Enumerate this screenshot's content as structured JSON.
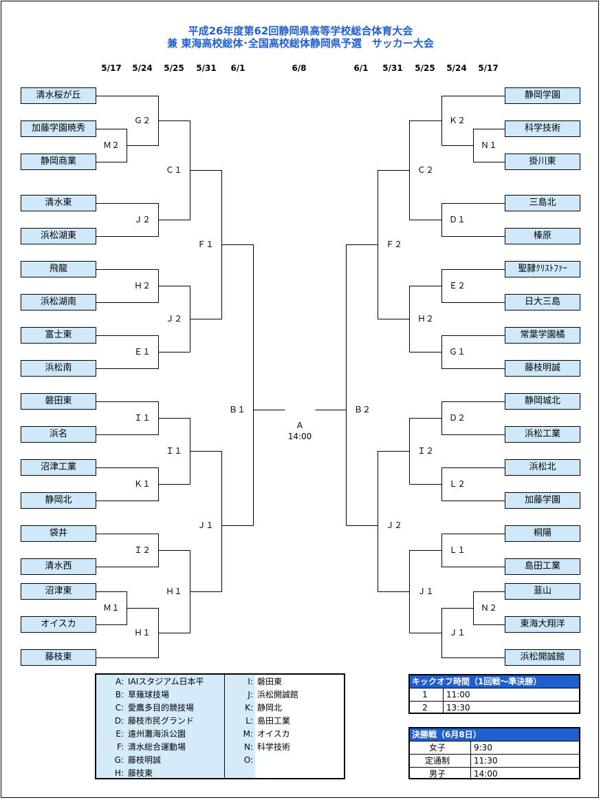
{
  "title": {
    "line1": "平成26年度第62回静岡県高等学校総合体育大会",
    "line2": "兼 東海高校総体･全国高校総体静岡県予選　サッカー大会"
  },
  "dates": {
    "left": [
      "5/17",
      "5/24",
      "5/25",
      "5/31",
      "6/1"
    ],
    "center": "6/8",
    "right": [
      "6/1",
      "5/31",
      "5/25",
      "5/24",
      "5/17"
    ]
  },
  "left_teams": [
    "清水桜が丘",
    "加藤学園暁秀",
    "静岡商業",
    "清水東",
    "浜松湖東",
    "飛龍",
    "浜松湖南",
    "富士東",
    "浜松南",
    "磐田東",
    "浜名",
    "沼津工業",
    "静岡北",
    "袋井",
    "清水西",
    "沼津東",
    "オイスカ",
    "藤枝東"
  ],
  "right_teams": [
    "静岡学園",
    "科学技術",
    "掛川東",
    "三島北",
    "榛原",
    "聖隷ｸﾘｽﾄﾌｧｰ",
    "日大三島",
    "常葉学園橘",
    "藤枝明誠",
    "静岡城北",
    "浜松工業",
    "浜松北",
    "加藤学園",
    "桐陽",
    "島田工業",
    "韮山",
    "東海大翔洋",
    "浜松開誠館"
  ],
  "match_labels": {
    "m2": "Ｍ２",
    "g2": "Ｇ２",
    "j2a": "Ｊ２",
    "c1": "Ｃ１",
    "h2": "Ｈ２",
    "e1": "Ｅ１",
    "j2b": "Ｊ２",
    "f1": "Ｆ１",
    "i1a": "Ｉ１",
    "k1": "Ｋ１",
    "i1b": "Ｉ１",
    "i2": "Ｉ２",
    "m1": "Ｍ１",
    "h1a": "Ｈ１",
    "h1b": "Ｈ１",
    "j1": "Ｊ１",
    "b1": "Ｂ１",
    "k2": "Ｋ２",
    "n1": "Ｎ１",
    "d1": "Ｄ１",
    "c2": "Ｃ２",
    "e2": "Ｅ２",
    "g1": "Ｇ１",
    "h2r": "Ｈ２",
    "f2": "Ｆ２",
    "d2": "Ｄ２",
    "l2": "Ｌ２",
    "i2r": "Ｉ２",
    "l1": "Ｌ１",
    "n2": "Ｎ２",
    "j1r": "Ｊ１",
    "j1rb": "Ｊ１",
    "j2r": "Ｊ２",
    "b2": "Ｂ２"
  },
  "final": {
    "venue": "Ａ",
    "time": "14:00"
  },
  "venues_left": [
    {
      "key": "A:",
      "name": "IAIスタジアム日本平"
    },
    {
      "key": "B:",
      "name": "草薙球技場"
    },
    {
      "key": "C:",
      "name": "愛鷹多目的競技場"
    },
    {
      "key": "D:",
      "name": "藤枝市民グランド"
    },
    {
      "key": "E:",
      "name": "遠州灘海浜公園"
    },
    {
      "key": "F:",
      "name": "清水総合運動場"
    },
    {
      "key": "G:",
      "name": "藤枝明誠"
    },
    {
      "key": "H:",
      "name": "藤枝東"
    }
  ],
  "venues_right": [
    {
      "key": "I:",
      "name": "磐田東"
    },
    {
      "key": "J:",
      "name": "浜松開誠館"
    },
    {
      "key": "K:",
      "name": "静岡北"
    },
    {
      "key": "L:",
      "name": "島田工業"
    },
    {
      "key": "M:",
      "name": "オイスカ"
    },
    {
      "key": "N:",
      "name": "科学技術"
    },
    {
      "key": "O:",
      "name": ""
    }
  ],
  "kickoff": {
    "title": "キックオフ時間（1回戦～準決勝）",
    "rows": [
      {
        "n": "1",
        "t": "11:00"
      },
      {
        "n": "2",
        "t": "13:30"
      }
    ]
  },
  "finals": {
    "title": "決勝戦（6月8日）",
    "rows": [
      {
        "n": "女子",
        "t": "9:30"
      },
      {
        "n": "定通制",
        "t": "11:30"
      },
      {
        "n": "男子",
        "t": "14:00"
      }
    ]
  }
}
